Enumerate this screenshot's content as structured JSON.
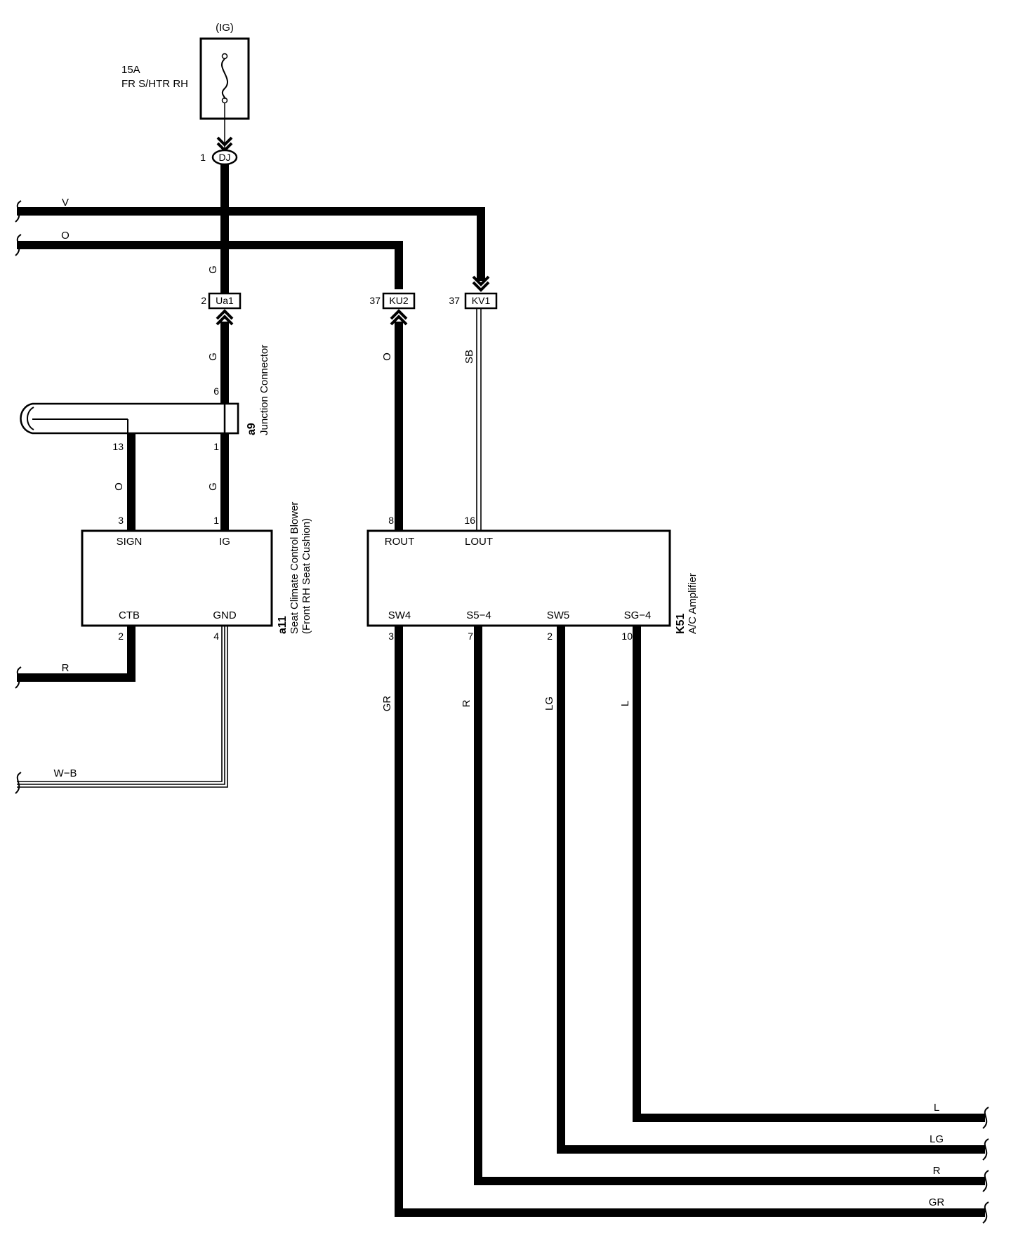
{
  "fuse": {
    "supply": "(IG)",
    "rating": "15A",
    "name": "FR S/HTR RH"
  },
  "connectors": {
    "dj": {
      "id": "DJ",
      "pin": "1"
    },
    "ua1": {
      "id": "Ua1",
      "pin": "2"
    },
    "ku2": {
      "id": "KU2",
      "pin": "37"
    },
    "kv1": {
      "id": "KV1",
      "pin": "37"
    }
  },
  "junction": {
    "code": "a9",
    "name": "Junction Connector",
    "pin_in": "6",
    "pin_out_left": "13",
    "pin_out_right": "1"
  },
  "blower": {
    "code": "a11",
    "name": "Seat Climate Control Blower",
    "sub": "(Front RH Seat Cushion)",
    "terminals": {
      "sign": {
        "label": "SIGN",
        "pin": "3"
      },
      "ig": {
        "label": "IG",
        "pin": "1"
      },
      "ctb": {
        "label": "CTB",
        "pin": "2"
      },
      "gnd": {
        "label": "GND",
        "pin": "4"
      }
    }
  },
  "amplifier": {
    "code": "K51",
    "name": "A/C Amplifier",
    "terminals": {
      "rout": {
        "label": "ROUT",
        "pin": "8"
      },
      "lout": {
        "label": "LOUT",
        "pin": "16"
      },
      "sw4": {
        "label": "SW4",
        "pin": "3"
      },
      "s54": {
        "label": "S5−4",
        "pin": "7"
      },
      "sw5": {
        "label": "SW5",
        "pin": "2"
      },
      "sg4": {
        "label": "SG−4",
        "pin": "10"
      }
    }
  },
  "wire_colors": {
    "top_v": "V",
    "top_o": "O",
    "fuse_to_ua1": "G",
    "ua1_to_a9": "G",
    "a9_to_blower_ig": "G",
    "a9_to_blower_sign": "O",
    "ku2_to_rout": "O",
    "kv1_to_lout": "SB",
    "ctb_out": "R",
    "gnd_out": "W−B",
    "sw4_out": "GR",
    "s54_out": "R",
    "sw5_out": "LG",
    "sg4_out": "L",
    "right_l": "L",
    "right_lg": "LG",
    "right_r": "R",
    "right_gr": "GR"
  }
}
